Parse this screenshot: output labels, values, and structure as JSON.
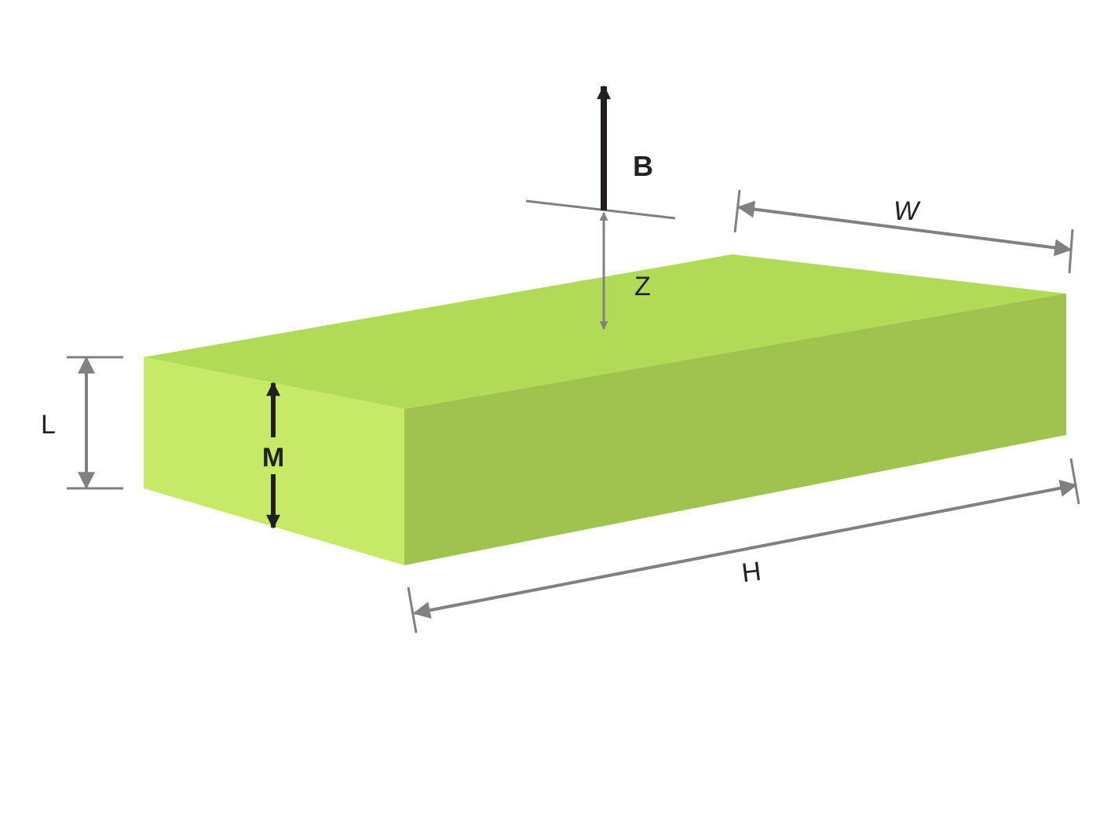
{
  "colors": {
    "top_face": "#b1db56",
    "front_face": "#c6ea68",
    "side_face": "#a0c350",
    "dim_line": "#808080",
    "vector": "#231f20"
  },
  "labels": {
    "field": "B",
    "distance": "Z",
    "width": "W",
    "length": "L",
    "magnetization": "M",
    "height": "H"
  }
}
